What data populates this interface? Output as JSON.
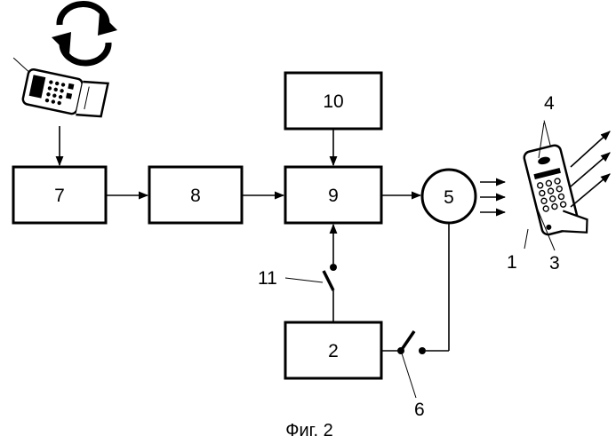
{
  "blocks": [
    {
      "id": "block-7",
      "label": "7"
    },
    {
      "id": "block-8",
      "label": "8"
    },
    {
      "id": "block-9",
      "label": "9"
    },
    {
      "id": "block-10",
      "label": "10"
    },
    {
      "id": "block-2",
      "label": "2"
    }
  ],
  "circle_label": "5",
  "switch_labels": {
    "switch_11": "11",
    "switch_6": "6"
  },
  "phone_labels": {
    "l1": "1",
    "l3": "3",
    "l4": "4"
  },
  "caption": "Фиг. 2",
  "icons": [
    "rotate-arrows-icon",
    "mobile-phone-icon",
    "mobile-phone-icon",
    "radiation-arrows-icon"
  ]
}
